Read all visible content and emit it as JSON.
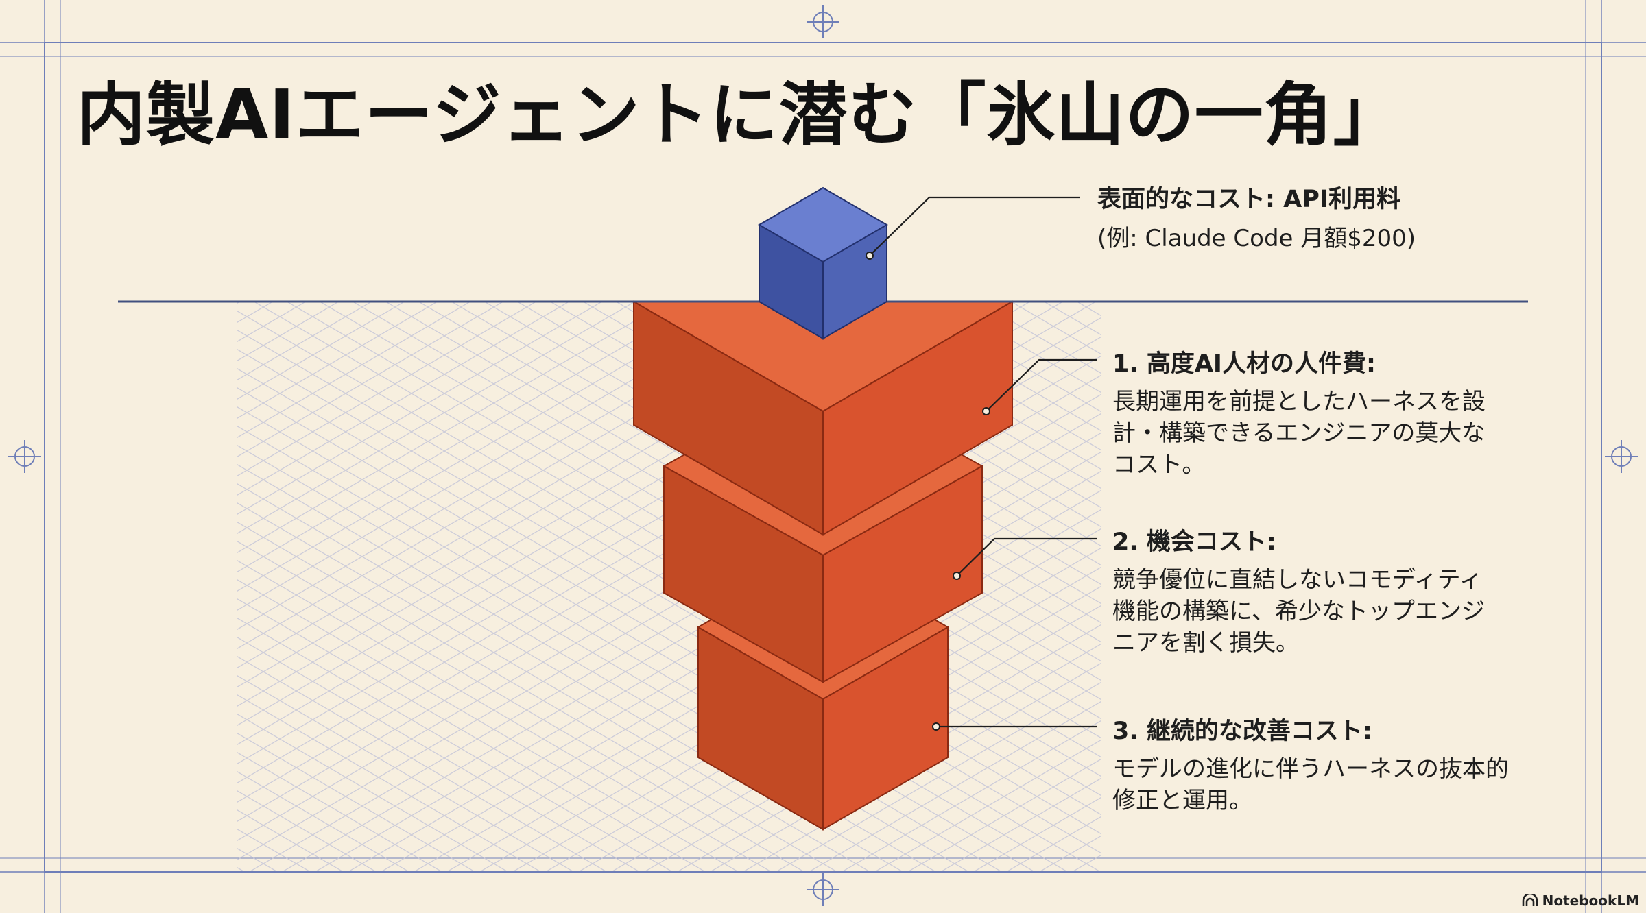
{
  "title": "内製AIエージェントに潜む「氷山の一角」",
  "surface": {
    "heading": "表面的なコスト: API利用料",
    "detail": "(例: Claude Code 月額$200)"
  },
  "items": [
    {
      "heading": "1. 高度AI人材の人件費:",
      "lines": [
        "長期運用を前提としたハーネスを設",
        "計・構築できるエンジニアの莫大な",
        "コスト。"
      ]
    },
    {
      "heading": "2. 機会コスト:",
      "lines": [
        "競争優位に直結しないコモディティ",
        "機能の構築に、希少なトップエンジ",
        "ニアを割く損失。"
      ]
    },
    {
      "heading": "3. 継続的な改善コスト:",
      "lines": [
        "モデルの進化に伴うハーネスの抜本的",
        "修正と運用。"
      ]
    }
  ],
  "brand": "NotebookLM",
  "colors": {
    "background": "#f7efdf",
    "frame": "#6f7fb8",
    "surface_cube": "#4f64b5",
    "cost_blocks": "#d9532e",
    "waterline": "#41507f"
  }
}
